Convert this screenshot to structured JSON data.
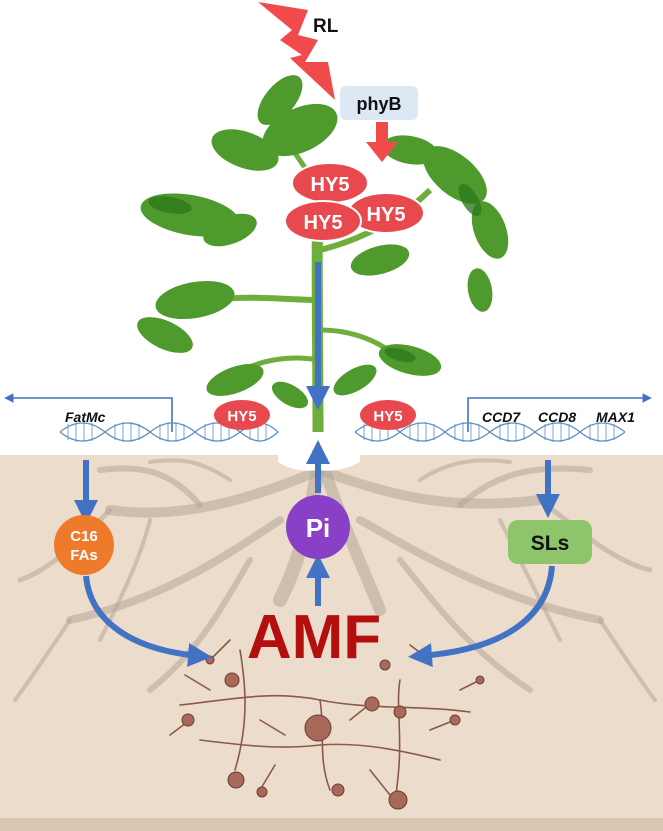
{
  "signal": {
    "label": "RL"
  },
  "receptor": {
    "label": "phyB"
  },
  "hy5_cluster": [
    "HY5",
    "HY5",
    "HY5"
  ],
  "promoter_left": {
    "tf": "HY5",
    "gene": "FatMc"
  },
  "promoter_right": {
    "tf": "HY5",
    "genes": [
      "CCD7",
      "CCD8",
      "MAX1"
    ]
  },
  "products": {
    "fatty_acids": [
      "C16",
      "FAs"
    ],
    "strigolactones": "SLs",
    "phosphate": "Pi"
  },
  "fungus": {
    "label": "AMF"
  },
  "colors": {
    "signal": "#f04a4a",
    "hy5": "#e8494f",
    "arrow": "#4272c4",
    "fa_node": "#ee7a2c",
    "pi_node": "#8a40c6",
    "sl_node": "#8ec46a",
    "amf_text": "#b40f0f",
    "soil": "#ecdccb",
    "root": "#a79a8e",
    "leaf": "#4e9a2c"
  }
}
